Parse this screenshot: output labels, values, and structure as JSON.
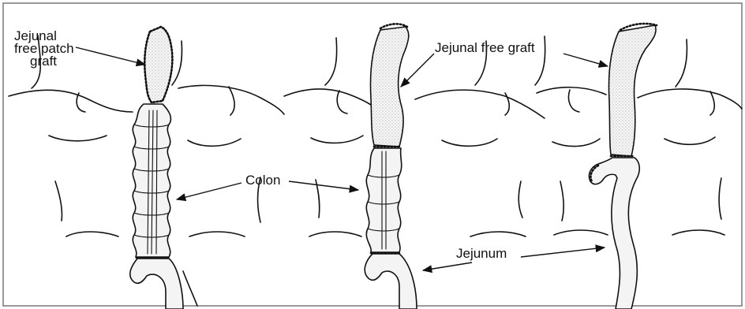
{
  "labels": {
    "jejunal_free_patch_graft_line1": "Jejunal",
    "jejunal_free_patch_graft_line2": "free patch",
    "jejunal_free_patch_graft_line3": "graft",
    "jejunal_free_graft": "Jejunal free graft",
    "colon": "Colon",
    "jejunum": "Jejunum"
  },
  "colors": {
    "ink": "#111111",
    "background": "#ffffff",
    "frame": "#777777"
  }
}
